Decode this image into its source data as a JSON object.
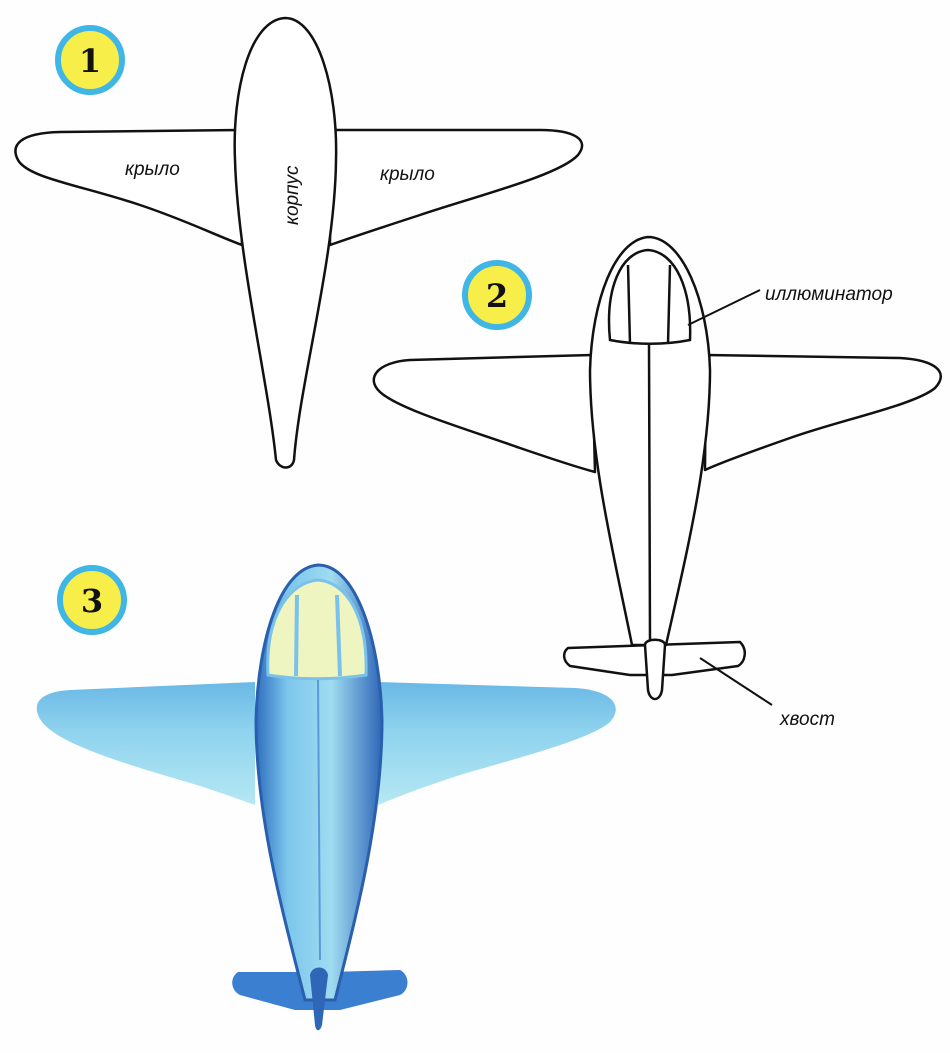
{
  "steps": [
    {
      "number": "1",
      "labels": {
        "left_wing": "крыло",
        "body": "корпус",
        "right_wing": "крыло"
      }
    },
    {
      "number": "2",
      "labels": {
        "window": "иллюминатор",
        "tail": "хвост"
      }
    },
    {
      "number": "3"
    }
  ],
  "colors": {
    "badge_fill": "#f7ee4a",
    "badge_ring": "#3fb6e6",
    "plane_light": "#9fdcf0",
    "plane_dark": "#2f6fc0",
    "canopy": "#eef5c0"
  }
}
